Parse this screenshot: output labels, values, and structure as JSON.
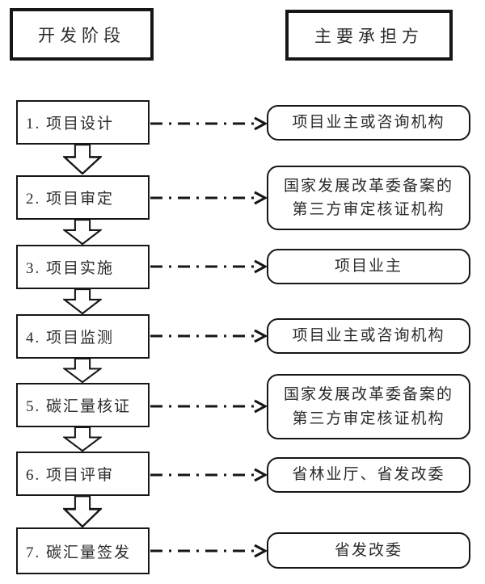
{
  "headers": {
    "left": "开发阶段",
    "right": "主要承担方"
  },
  "flow": {
    "rows": [
      {
        "stage": "1. 项目设计",
        "party": "项目业主或咨询机构"
      },
      {
        "stage": "2. 项目审定",
        "party": "国家发展改革委备案的\n第三方审定核证机构"
      },
      {
        "stage": "3. 项目实施",
        "party": "项目业主"
      },
      {
        "stage": "4. 项目监测",
        "party": "项目业主或咨询机构"
      },
      {
        "stage": "5. 碳汇量核证",
        "party": "国家发展改革委备案的\n第三方审定核证机构"
      },
      {
        "stage": "6. 项目评审",
        "party": "省林业厅、省发改委"
      },
      {
        "stage": "7. 碳汇量签发",
        "party": "省发改委"
      }
    ]
  },
  "colors": {
    "line": "#161616",
    "background": "#ffffff",
    "bevel_shade": "#c4c4c4",
    "bevel_light": "#fafafa"
  }
}
